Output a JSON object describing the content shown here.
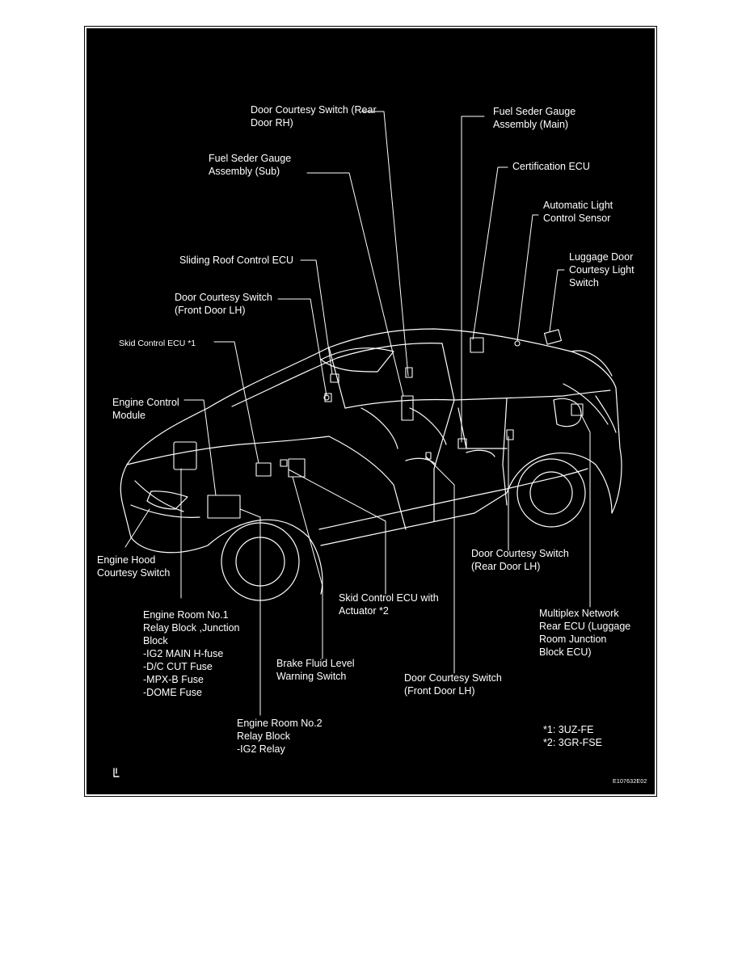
{
  "labels": {
    "door_courtesy_rear_rh": [
      "Door Courtesy Switch (Rear",
      "Door RH)"
    ],
    "fuel_sender_main": [
      "Fuel Seder Gauge",
      "Assembly (Main)"
    ],
    "fuel_sender_sub": [
      "Fuel Seder Gauge",
      "Assembly (Sub)"
    ],
    "certification_ecu": [
      "Certification ECU"
    ],
    "auto_light_sensor": [
      "Automatic Light",
      "Control Sensor"
    ],
    "sliding_roof_ecu": [
      "Sliding Roof Control ECU"
    ],
    "luggage_door_switch": [
      "Luggage Door",
      "Courtesy Light",
      "Switch"
    ],
    "door_courtesy_front_lh_top": [
      "Door Courtesy Switch",
      "(Front Door LH)"
    ],
    "skid_control_ecu_1": [
      "Skid Control ECU *1"
    ],
    "engine_control_module": [
      "Engine Control",
      "Module"
    ],
    "engine_hood_switch": [
      "Engine Hood",
      "Courtesy Switch"
    ],
    "door_courtesy_rear_lh": [
      "Door Courtesy Switch",
      "(Rear Door LH)"
    ],
    "skid_control_actuator_2": [
      "Skid Control ECU with",
      "Actuator *2"
    ],
    "engine_room_no1": [
      "Engine Room No.1",
      "Relay  Block ,Junction",
      "Block",
      "-IG2 MAIN H-fuse",
      "-D/C CUT Fuse",
      "-MPX-B Fuse",
      "-DOME Fuse"
    ],
    "multiplex_network_ecu": [
      "Multiplex Network",
      "Rear ECU (Luggage",
      "Room Junction",
      "Block ECU)"
    ],
    "brake_fluid_switch": [
      "Brake Fluid Level",
      "Warning Switch"
    ],
    "door_courtesy_front_lh_bottom": [
      "Door Courtesy Switch",
      "(Front Door LH)"
    ],
    "engine_room_no2": [
      "Engine Room No.2",
      "Relay Block",
      "-IG2 Relay"
    ],
    "footnotes": [
      "*1: 3UZ-FE",
      "*2: 3GR-FSE"
    ]
  },
  "figure_code": "E107632E02",
  "colors": {
    "background": "#000000",
    "ink": "#ffffff"
  }
}
